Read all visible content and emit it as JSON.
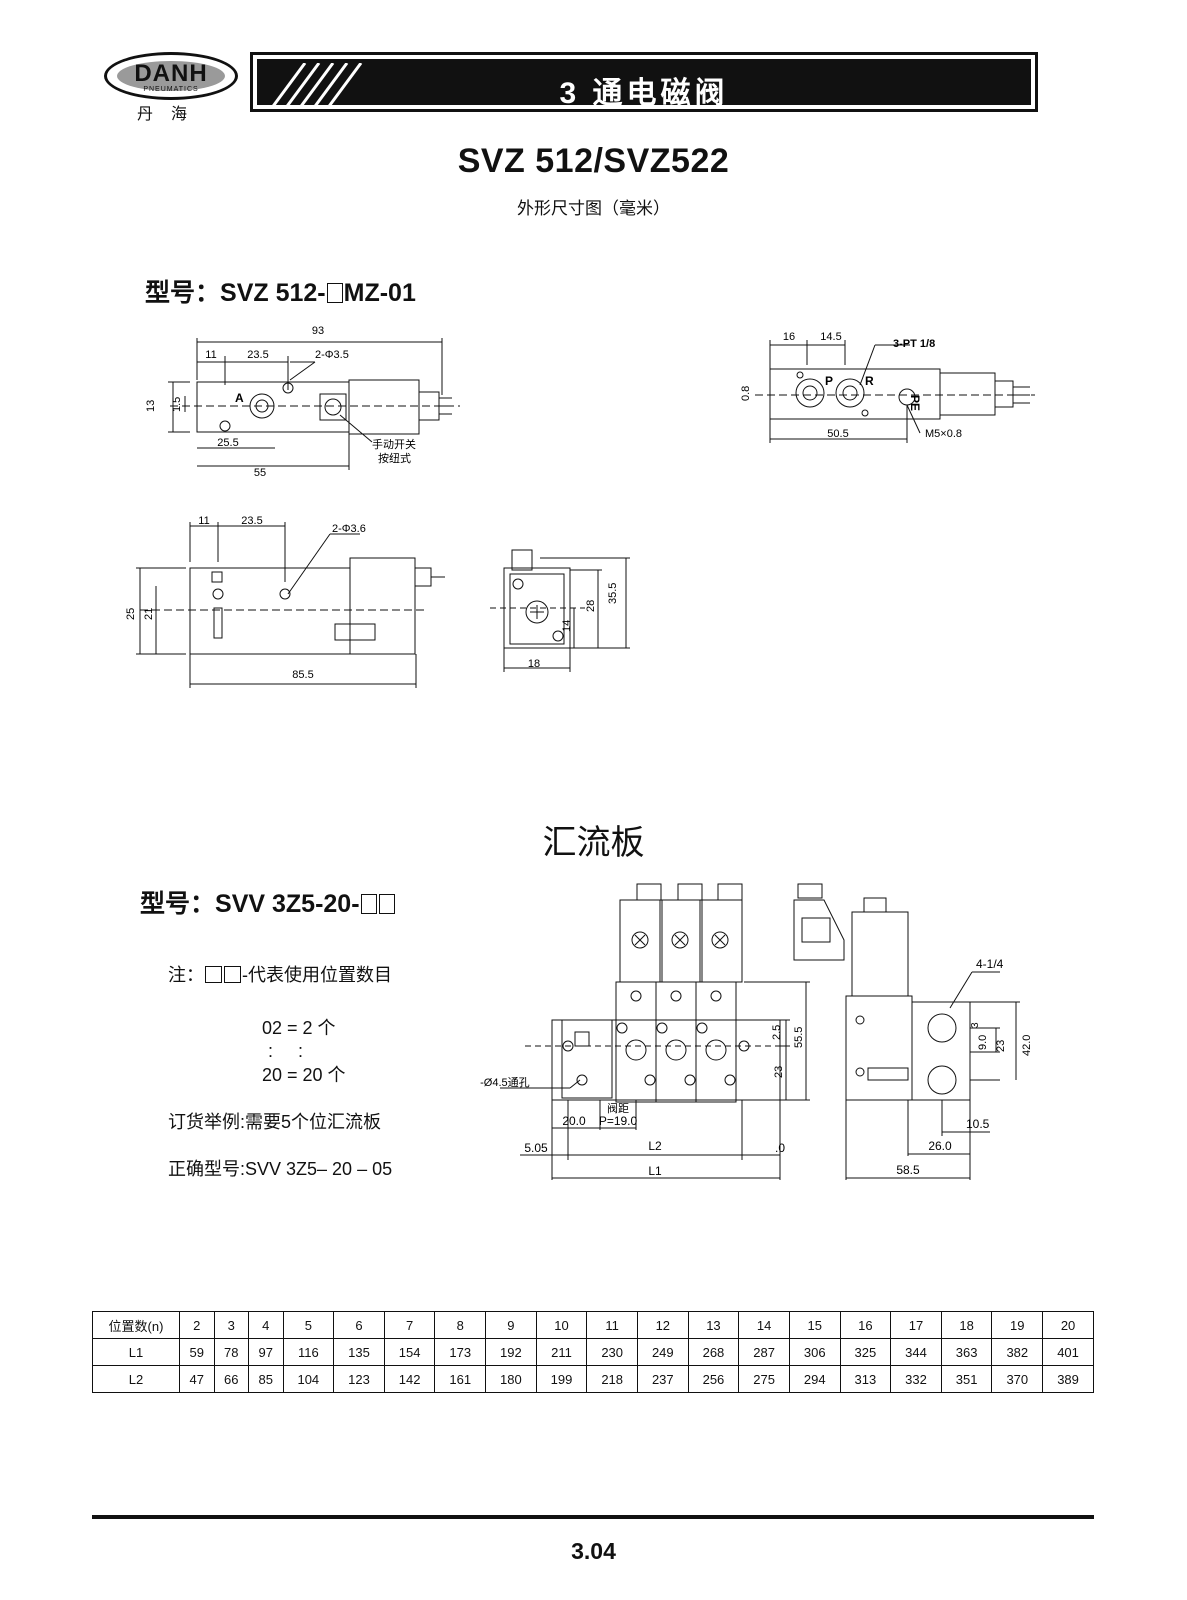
{
  "header": {
    "logo_word": "DANH",
    "logo_sub": "PNEUMATICS",
    "logo_cn": "丹海",
    "banner_title": "3 通电磁阀"
  },
  "title": "SVZ 512/SVZ522",
  "subtitle": "外形尺寸图（毫米）",
  "model1": {
    "label": "型号：",
    "code_a": "SVZ 512-",
    "code_b": "MZ-01"
  },
  "drawing1": {
    "dims": [
      "93",
      "11",
      "23.5",
      "2-Φ3.5",
      "13",
      "1.5",
      "A",
      "25.5",
      "55",
      "手动开关",
      "按纽式"
    ],
    "right_dims": [
      "16",
      "14.5",
      "3-PT 1/8",
      "0.8",
      "P",
      "R",
      "PE",
      "50.5",
      "M5×0.8"
    ]
  },
  "drawing2": {
    "dims": [
      "11",
      "23.5",
      "2-Φ3.6",
      "25",
      "21",
      "85.5"
    ],
    "end_dims": [
      "35.5",
      "28",
      "14",
      "18"
    ]
  },
  "section2_title": "汇流板",
  "model2": {
    "label": "型号：",
    "code": "SVV 3Z5-20-"
  },
  "note": {
    "prefix": "注：",
    "suffix": "-代表使用位置数目",
    "line1": "02 = 2 个",
    "line2": ":     :",
    "line3": "20 = 20 个",
    "order_example": "订货举例:需要5个位汇流板",
    "correct_model": "正确型号:SVV 3Z5– 20 – 05"
  },
  "manifold": {
    "dims": [
      "2-Ø4.5通孔",
      "20.0",
      "阀距",
      "P=19.0",
      "5.05",
      "L2",
      ".0",
      "L1",
      "2.5",
      "55.5",
      "23"
    ],
    "side_dims": [
      "4-1/4",
      "3",
      "9.0",
      "23",
      "42.0",
      "10.5",
      "26.0",
      "58.5"
    ]
  },
  "table": {
    "header_label": "位置数(n)",
    "positions": [
      "2",
      "3",
      "4",
      "5",
      "6",
      "7",
      "8",
      "9",
      "10",
      "11",
      "12",
      "13",
      "14",
      "15",
      "16",
      "17",
      "18",
      "19",
      "20"
    ],
    "rows": [
      {
        "label": "L1",
        "values": [
          "59",
          "78",
          "97",
          "116",
          "135",
          "154",
          "173",
          "192",
          "211",
          "230",
          "249",
          "268",
          "287",
          "306",
          "325",
          "344",
          "363",
          "382",
          "401"
        ]
      },
      {
        "label": "L2",
        "values": [
          "47",
          "66",
          "85",
          "104",
          "123",
          "142",
          "161",
          "180",
          "199",
          "218",
          "237",
          "256",
          "275",
          "294",
          "313",
          "332",
          "351",
          "370",
          "389"
        ]
      }
    ]
  },
  "page_number": "3.04"
}
